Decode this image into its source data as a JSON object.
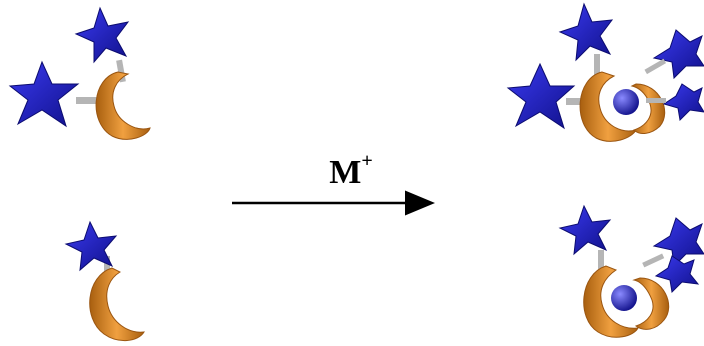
{
  "reaction": {
    "reagent_symbol": "M",
    "reagent_charge": "+"
  },
  "colors": {
    "star": "#1f1fd0",
    "star_dark": "#12129a",
    "crescent": "#d9861f",
    "crescent_dark": "#a85f0f",
    "linker": "#b5b5b5",
    "metal_ion": "#1a1ad8",
    "arrow": "#000000"
  },
  "panels": {
    "left": [
      "free-ligand-top",
      "free-ligand-bottom"
    ],
    "right": [
      "metal-complex-top",
      "metal-complex-bottom"
    ]
  }
}
